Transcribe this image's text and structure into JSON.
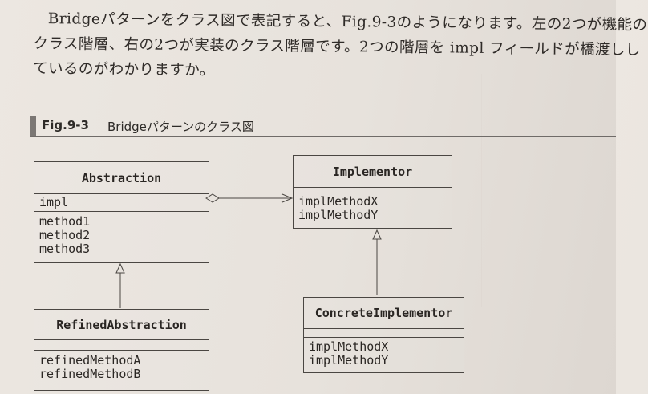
{
  "paragraph": {
    "line1": "Bridgeパターンをクラス図で表記すると、Fig.9-3のようになります。左の2つが機能の",
    "line2": "クラス階層、右の2つが実装のクラス階層です。2つの階層を impl フィールドが橋渡しし",
    "line3": "ているのがわかりますか。"
  },
  "figure": {
    "number": "Fig.9-3",
    "title": "Bridgeパターンのクラス図"
  },
  "classes": {
    "abstraction": {
      "name": "Abstraction",
      "attributes": [
        "impl"
      ],
      "methods": [
        "method1",
        "method2",
        "method3"
      ]
    },
    "implementor": {
      "name": "Implementor",
      "attributes": [],
      "methods": [
        "implMethodX",
        "implMethodY"
      ]
    },
    "refinedAbstraction": {
      "name": "RefinedAbstraction",
      "attributes": [],
      "methods": [
        "refinedMethodA",
        "refinedMethodB"
      ]
    },
    "concreteImplementor": {
      "name": "ConcreteImplementor",
      "attributes": [],
      "methods": [
        "implMethodX",
        "implMethodY"
      ]
    }
  }
}
